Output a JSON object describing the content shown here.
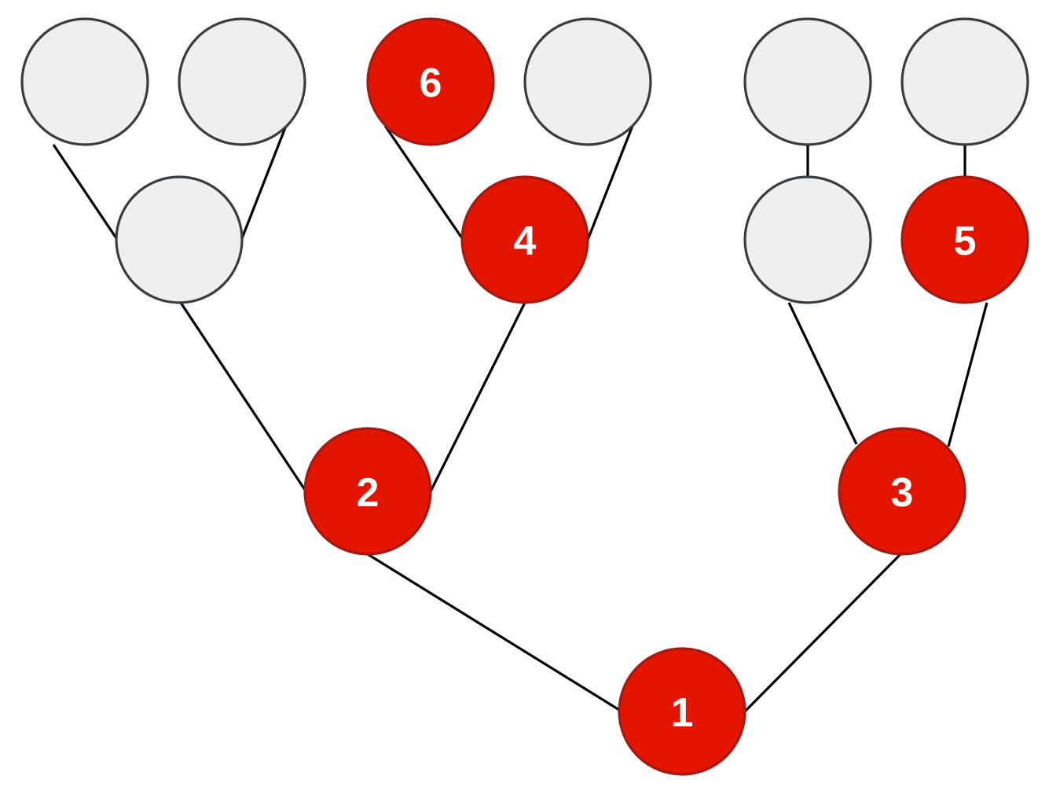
{
  "diagram": {
    "type": "tree",
    "colors": {
      "highlight_fill": "#e31500",
      "highlight_stroke": "#a31a12",
      "default_fill": "#efefef",
      "default_stroke": "#3a3d40",
      "edge": "#000000",
      "label": "#ffffff"
    },
    "nodes": [
      {
        "id": "n1",
        "label": "1",
        "highlighted": true
      },
      {
        "id": "n2",
        "label": "2",
        "highlighted": true
      },
      {
        "id": "n3",
        "label": "3",
        "highlighted": true
      },
      {
        "id": "n4",
        "label": "4",
        "highlighted": true
      },
      {
        "id": "n5",
        "label": "5",
        "highlighted": true
      },
      {
        "id": "n6",
        "label": "6",
        "highlighted": true
      },
      {
        "id": "a",
        "label": "",
        "highlighted": false
      },
      {
        "id": "a1",
        "label": "",
        "highlighted": false
      },
      {
        "id": "a2",
        "label": "",
        "highlighted": false
      },
      {
        "id": "b2",
        "label": "",
        "highlighted": false
      },
      {
        "id": "c",
        "label": "",
        "highlighted": false
      },
      {
        "id": "c1",
        "label": "",
        "highlighted": false
      },
      {
        "id": "d1",
        "label": "",
        "highlighted": false
      }
    ],
    "edges": [
      {
        "from": "n1",
        "to": "n2"
      },
      {
        "from": "n1",
        "to": "n3"
      },
      {
        "from": "n2",
        "to": "a"
      },
      {
        "from": "n2",
        "to": "n4"
      },
      {
        "from": "a",
        "to": "a1"
      },
      {
        "from": "a",
        "to": "a2"
      },
      {
        "from": "n4",
        "to": "n6"
      },
      {
        "from": "n4",
        "to": "b2"
      },
      {
        "from": "n3",
        "to": "c"
      },
      {
        "from": "n3",
        "to": "n5"
      },
      {
        "from": "c",
        "to": "c1"
      },
      {
        "from": "n5",
        "to": "d1"
      }
    ]
  }
}
